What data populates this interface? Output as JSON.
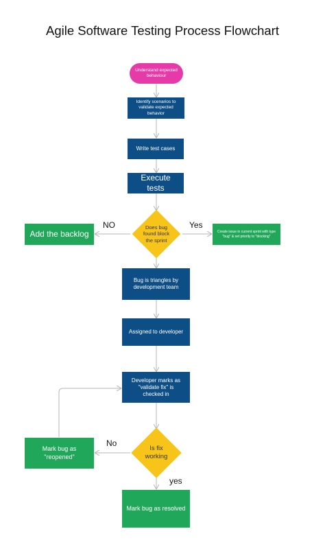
{
  "title": "Agile Software Testing Process Flowchart",
  "nodes": {
    "understand": "Understand expected behaviour",
    "identify": "Identify scenarios to validate expected behavior",
    "write": "Write test cases",
    "execute": "Execute tests",
    "decision_block": "Does bug found block the sprint",
    "backlog": "Add the backlog",
    "create_issue": "Create issue in current sprint with type \"bug\" & set priority to \"blocking\"",
    "triage": "Bug is triangles by development team",
    "assigned": "Assigned to developer",
    "dev_marks": "Developer marks as \"validate fix\" is checked in",
    "decision_fix": "Is fix working",
    "reopened": "Mark bug as \"reopened\"",
    "resolved": "Mark bug as resolved"
  },
  "labels": {
    "no_1": "NO",
    "yes_1": "Yes",
    "no_2": "No",
    "yes_2": "yes"
  },
  "colors": {
    "process": "#0d4e86",
    "outcome": "#21a75a",
    "start": "#e53aa7",
    "decision": "#f7c41a",
    "connector": "#b5b5b5"
  }
}
